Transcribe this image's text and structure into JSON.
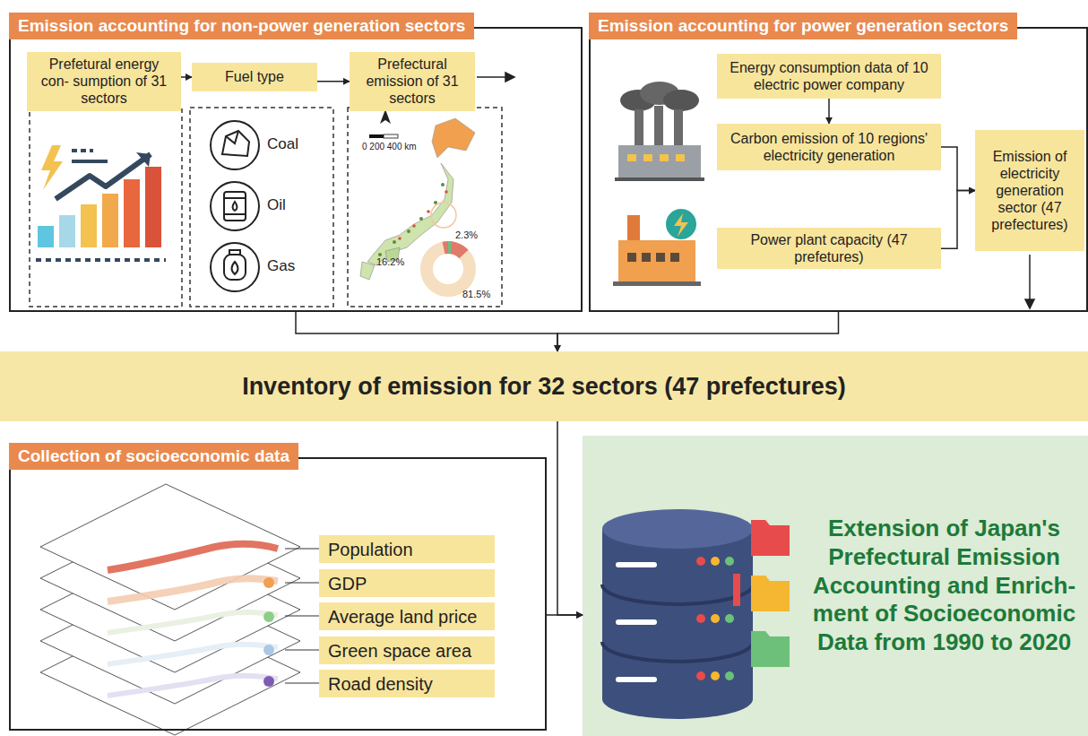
{
  "diagram": {
    "nodes": [
      {
        "text": [
          "Emission accounting for non-power generation sectors"
        ]
      },
      {
        "text": [
          "Prefetural energy con- sumption of 31 sectors"
        ],
        "in": 0
      },
      {
        "text": [
          "Fuel type"
        ],
        "in": 0
      },
      {
        "text": [
          "Prefectural emission of 31 sectors"
        ],
        "in": 0
      },
      {
        "text": [
          "Emission accounting for power generation sectors"
        ]
      },
      {
        "text": [
          "Energy consumption data of 10 electric power company"
        ],
        "in": 4
      },
      {
        "text": [
          "Carbon emission of 10 regions' electricity generation"
        ],
        "in": 4
      },
      {
        "text": [
          "Power plant capacity (47 prefetures)"
        ],
        "in": 4
      },
      {
        "text": [
          "Emission of electricity generation sector (47 prefectures)"
        ],
        "in": 4
      },
      {
        "text": [
          "Inventory of emission for 32 sectors (47 prefectures)"
        ]
      },
      {
        "text": [
          "Collection of socioeconomic data"
        ]
      },
      {
        "text": [
          "Population"
        ],
        "in": 10
      },
      {
        "text": [
          "GDP"
        ],
        "in": 10
      },
      {
        "text": [
          "Average land price"
        ],
        "in": 10
      },
      {
        "text": [
          "Green space area"
        ],
        "in": 10
      },
      {
        "text": [
          "Road density"
        ],
        "in": 10
      },
      {
        "text": [
          "Extension of Japan's Prefectural Emission Accounting and Enrich- ment of Socioeconomic Data from 1990 to 2020"
        ]
      }
    ],
    "edges": [
      {
        "from": 1,
        "to": 2,
        "arrow": "to"
      },
      {
        "from": 2,
        "to": 3,
        "arrow": "to"
      },
      {
        "from": 5,
        "to": 6,
        "arrow": "to"
      },
      {
        "from": 6,
        "to": 8,
        "arrow": "to"
      },
      {
        "from": 7,
        "to": 8,
        "arrow": "to"
      },
      {
        "from": 0,
        "to": 9,
        "arrow": "to"
      },
      {
        "from": 4,
        "to": 9,
        "arrow": "to"
      },
      {
        "from": 9,
        "to": 16,
        "arrow": "to"
      },
      {
        "from": 10,
        "to": 16,
        "arrow": "to"
      }
    ],
    "labels": [
      "Coal",
      "Oil",
      "Gas",
      "0 200 400 km",
      "16.2%",
      "2.3%",
      "81.5%"
    ]
  }
}
